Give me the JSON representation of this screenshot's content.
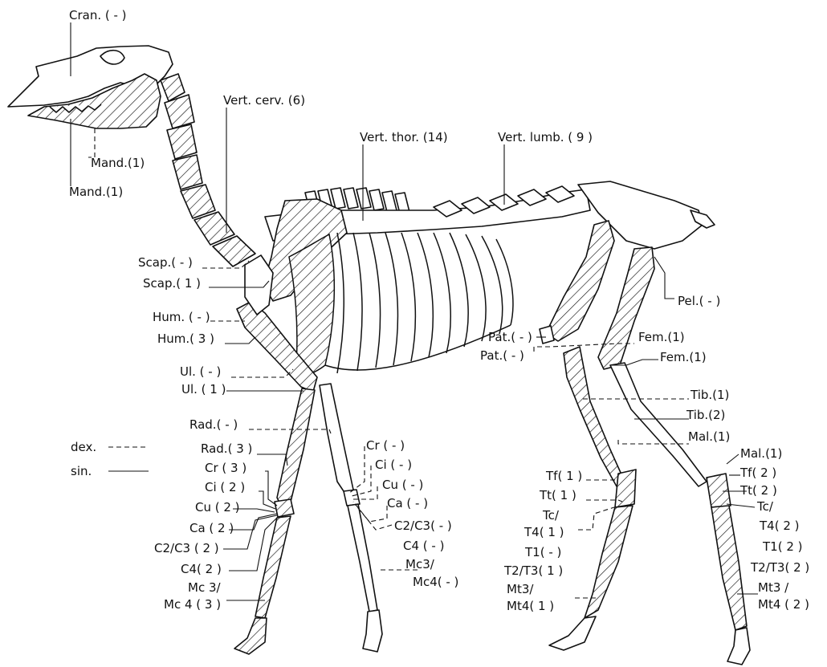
{
  "labels": {
    "cran": "Cran. ( - )",
    "mand_dex": "Mand.(1)",
    "mand_sin": "Mand.(1)",
    "vert_cerv": "Vert. cerv. (6)",
    "vert_thor": "Vert. thor. (14)",
    "vert_lumb": "Vert. lumb. ( 9 )",
    "scap_dex": "Scap.( - )",
    "scap_sin": "Scap.( 1 )",
    "hum_dex": "Hum. ( - )",
    "hum_sin": "Hum.( 3 )",
    "ul_dex": "Ul. ( - )",
    "ul_sin": "Ul. ( 1 )",
    "rad_dex": "Rad.( - )",
    "rad_sin": "Rad.( 3 )",
    "cr_sin": "Cr  ( 3 )",
    "ci_sin": "Ci   ( 2 )",
    "cu_sin": "Cu  ( 2 )",
    "ca_sin": "Ca  ( 2 )",
    "c2c3_sin": "C2/C3 ( 2 )",
    "c4_sin": "C4( 2 )",
    "mc_sin_1": "Mc 3/",
    "mc_sin_2": "Mc 4 ( 3 )",
    "cr_dex": "Cr ( - )",
    "ci_dex": "Ci ( - )",
    "cu_dex": "Cu ( - )",
    "ca_dex": "Ca ( - )",
    "c2c3_dex": "C2/C3( - )",
    "c4_dex": "C4 ( - )",
    "mc_dex_1": "Mc3/",
    "mc_dex_2": "Mc4( - )",
    "pel": "Pel.( - )",
    "pat_1": "Pat.( - )",
    "pat_2": "Pat.( - )",
    "fem_dex": "Fem.(1)",
    "fem_sin": "Fem.(1)",
    "tib_dex": "Tib.(1)",
    "tib_sin": "Tib.(2)",
    "mal_dex": "Mal.(1)",
    "mal_sin": "Mal.(1)",
    "tf_dex": "Tf( 1 )",
    "tt_dex": "Tt( 1 )",
    "tc_dex_1": "Tc/",
    "tc_dex_2": "T4( 1 )",
    "t1_dex": "T1( - )",
    "t2t3_dex": "T2/T3( 1 )",
    "mt_dex_1": "Mt3/",
    "mt_dex_2": "Mt4( 1 )",
    "tf_sin": "Tf( 2 )",
    "tt_sin": "Tt( 2 )",
    "tc_sin_1": "Tc/",
    "tc_sin_2": "T4( 2 )",
    "t1_sin": "T1( 2 )",
    "t2t3_sin": "T2/T3( 2 )",
    "mt_sin_1": "Mt3 /",
    "mt_sin_2": "Mt4 ( 2 )"
  },
  "legend": {
    "dex": "dex.",
    "sin": "sin."
  }
}
